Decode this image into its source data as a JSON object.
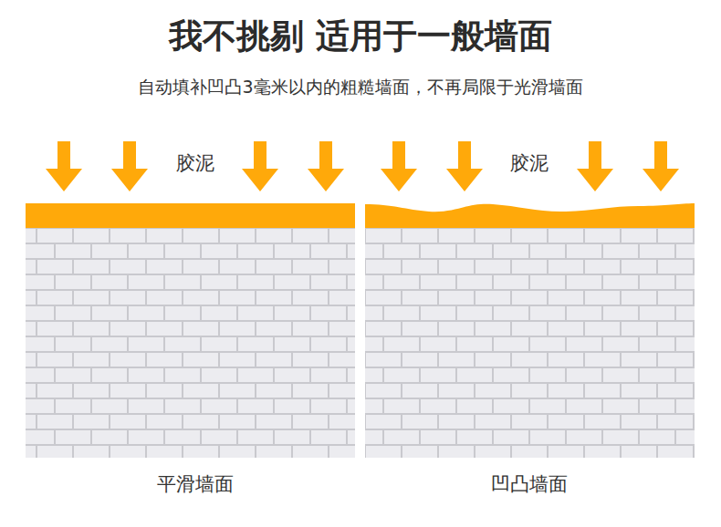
{
  "diagram": {
    "title": "我不挑剔 适用于一般墙面",
    "labels": [
      "自动填补凹凸3毫米以内的粗糙墙面，不再局限于光滑墙面",
      "胶泥",
      "胶泥",
      "平滑墙面",
      "凹凸墙面"
    ]
  }
}
